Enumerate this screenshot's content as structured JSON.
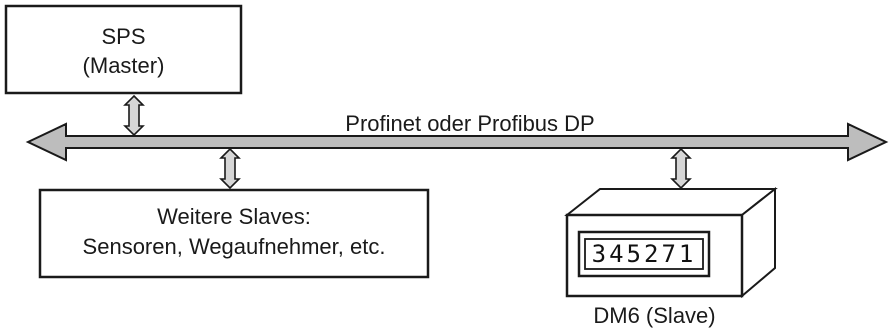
{
  "sps": {
    "line1": "SPS",
    "line2": "(Master)"
  },
  "bus": {
    "label": "Profinet oder Profibus DP"
  },
  "slaves": {
    "line1": "Weitere Slaves:",
    "line2": "Sensoren, Wegaufnehmer, etc."
  },
  "dm6": {
    "display_value": "345271",
    "caption": "DM6 (Slave)"
  },
  "colors": {
    "stroke": "#1a1a1a",
    "bus_fill": "#bdbdbd",
    "arrow_fill": "#d6d6d6",
    "box_fill": "#ffffff"
  }
}
